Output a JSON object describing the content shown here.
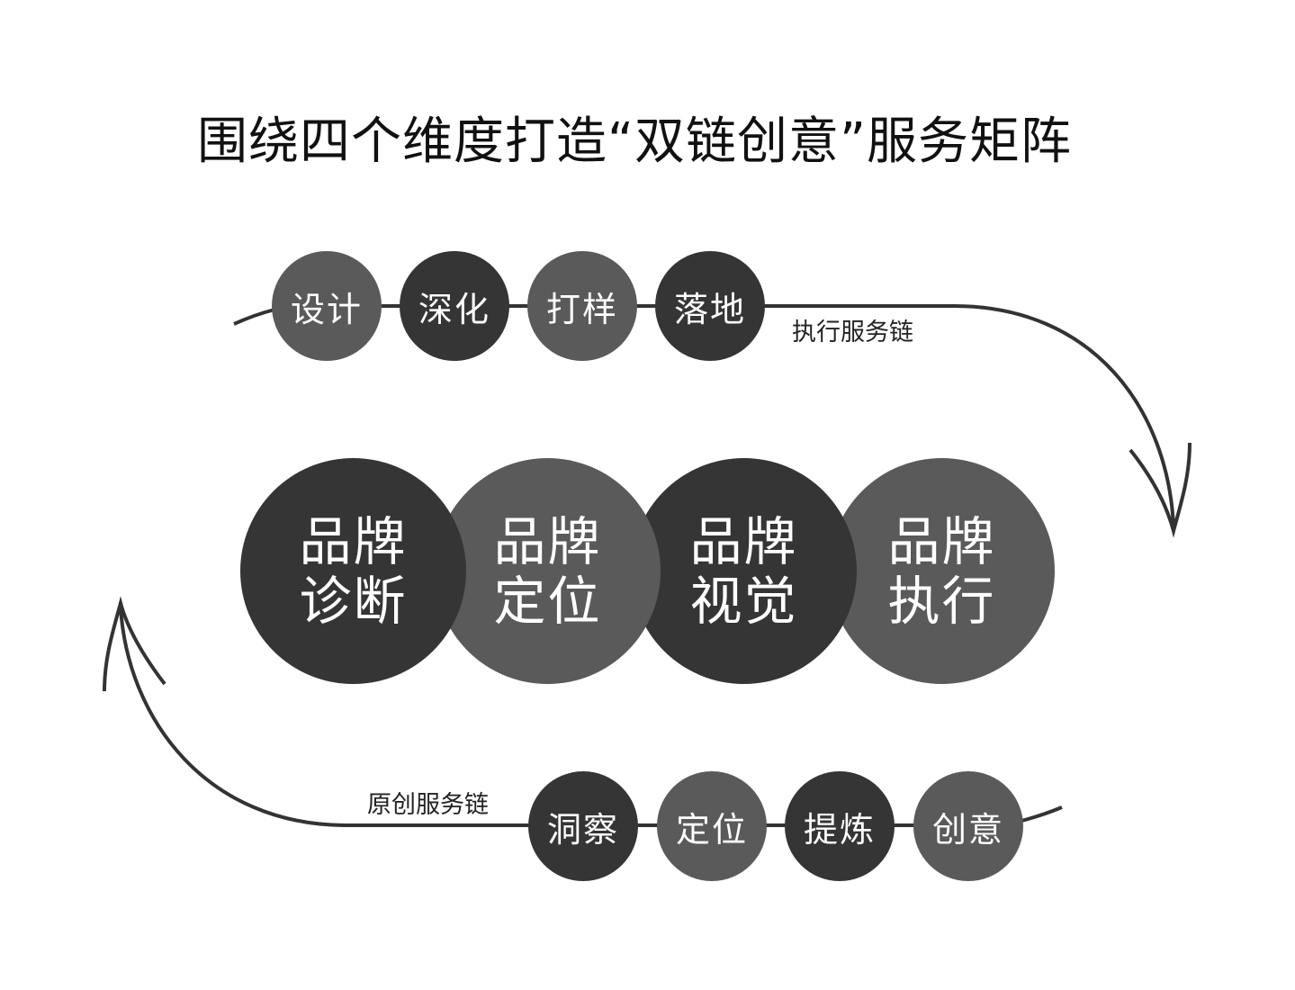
{
  "title": "围绕四个维度打造“双链创意”服务矩阵",
  "colors": {
    "dark": "#363535",
    "mid": "#5b5a5a",
    "line": "#333333",
    "text": "#111111"
  },
  "execution_chain": {
    "label": "执行服务链",
    "nodes": [
      {
        "label": "设计",
        "shade": "mid"
      },
      {
        "label": "深化",
        "shade": "dark"
      },
      {
        "label": "打样",
        "shade": "mid"
      },
      {
        "label": "落地",
        "shade": "dark"
      }
    ]
  },
  "original_chain": {
    "label": "原创服务链",
    "nodes": [
      {
        "label": "洞察",
        "shade": "dark"
      },
      {
        "label": "定位",
        "shade": "mid"
      },
      {
        "label": "提炼",
        "shade": "dark"
      },
      {
        "label": "创意",
        "shade": "mid"
      }
    ]
  },
  "dimensions": [
    {
      "line1": "品牌",
      "line2": "诊断",
      "shade": "dark"
    },
    {
      "line1": "品牌",
      "line2": "定位",
      "shade": "mid"
    },
    {
      "line1": "品牌",
      "line2": "视觉",
      "shade": "dark"
    },
    {
      "line1": "品牌",
      "line2": "执行",
      "shade": "mid"
    }
  ]
}
